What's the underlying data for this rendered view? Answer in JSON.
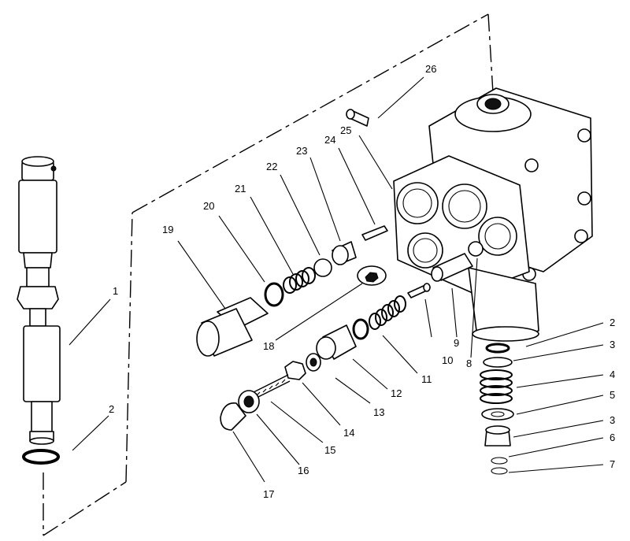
{
  "callouts": {
    "c1": "1",
    "c2_left": "2",
    "c2_right": "2",
    "c3_top": "3",
    "c3_bottom": "3",
    "c4": "4",
    "c5": "5",
    "c6": "6",
    "c7": "7",
    "c8": "8",
    "c9": "9",
    "c10": "10",
    "c11": "11",
    "c12": "12",
    "c13": "13",
    "c14": "14",
    "c15": "15",
    "c16": "16",
    "c17": "17",
    "c18": "18",
    "c19": "19",
    "c20": "20",
    "c21": "21",
    "c22": "22",
    "c23": "23",
    "c24": "24",
    "c25": "25",
    "c26": "26"
  },
  "colors": {
    "line": "#000000",
    "background": "#ffffff"
  }
}
